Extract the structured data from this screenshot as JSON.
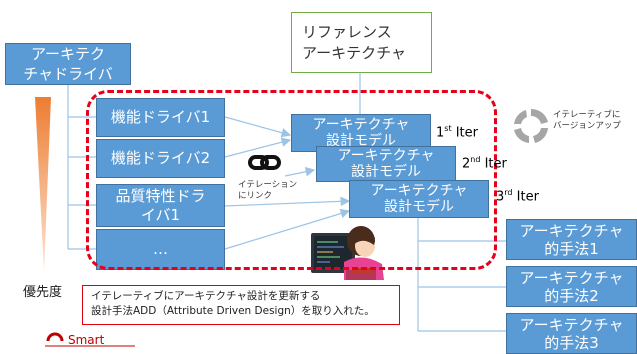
{
  "reference_box": {
    "label": "リファレンス\nアーキテクチャ"
  },
  "driver_box": {
    "label": "アーキテク\nチャドライバ"
  },
  "drivers": [
    {
      "label": "機能ドライバ1"
    },
    {
      "label": "機能ドライバ2"
    },
    {
      "label": "品質特性ドラ\nイバ1"
    },
    {
      "label": "…"
    }
  ],
  "design_models": [
    {
      "label": "アーキテクチャ\n設計モデル",
      "iter": "1",
      "iter_sup": "st",
      "iter_word": " Iter"
    },
    {
      "label": "アーキテクチャ\n設計モデル",
      "iter": "2",
      "iter_sup": "nd",
      "iter_word": " Iter"
    },
    {
      "label": "アーキテクチャ\n設計モデル",
      "iter": "3",
      "iter_sup": "rd",
      "iter_word": " Iter"
    }
  ],
  "methods": [
    {
      "label": "アーキテクチャ\n的手法1"
    },
    {
      "label": "アーキテクチャ\n的手法2"
    },
    {
      "label": "アーキテクチャ\n的手法3"
    }
  ],
  "iteration_link": {
    "label": "イテレーション\nにリンク"
  },
  "cycle_label": {
    "label": "イテレーティブに\nバージョンアップ"
  },
  "priority_label": "優先度",
  "note": "イテレーティブにアーキテクチャ設計を更新する\n設計手法ADD（Attribute Driven Design）を取り入れた。",
  "logo": {
    "text": "Smart"
  },
  "colors": {
    "box_fill": "#5b9bd5",
    "box_border": "#41719c",
    "dashed": "#e6001a",
    "priority_bar": "#ed7d31",
    "reference_border": "#70ad47"
  }
}
